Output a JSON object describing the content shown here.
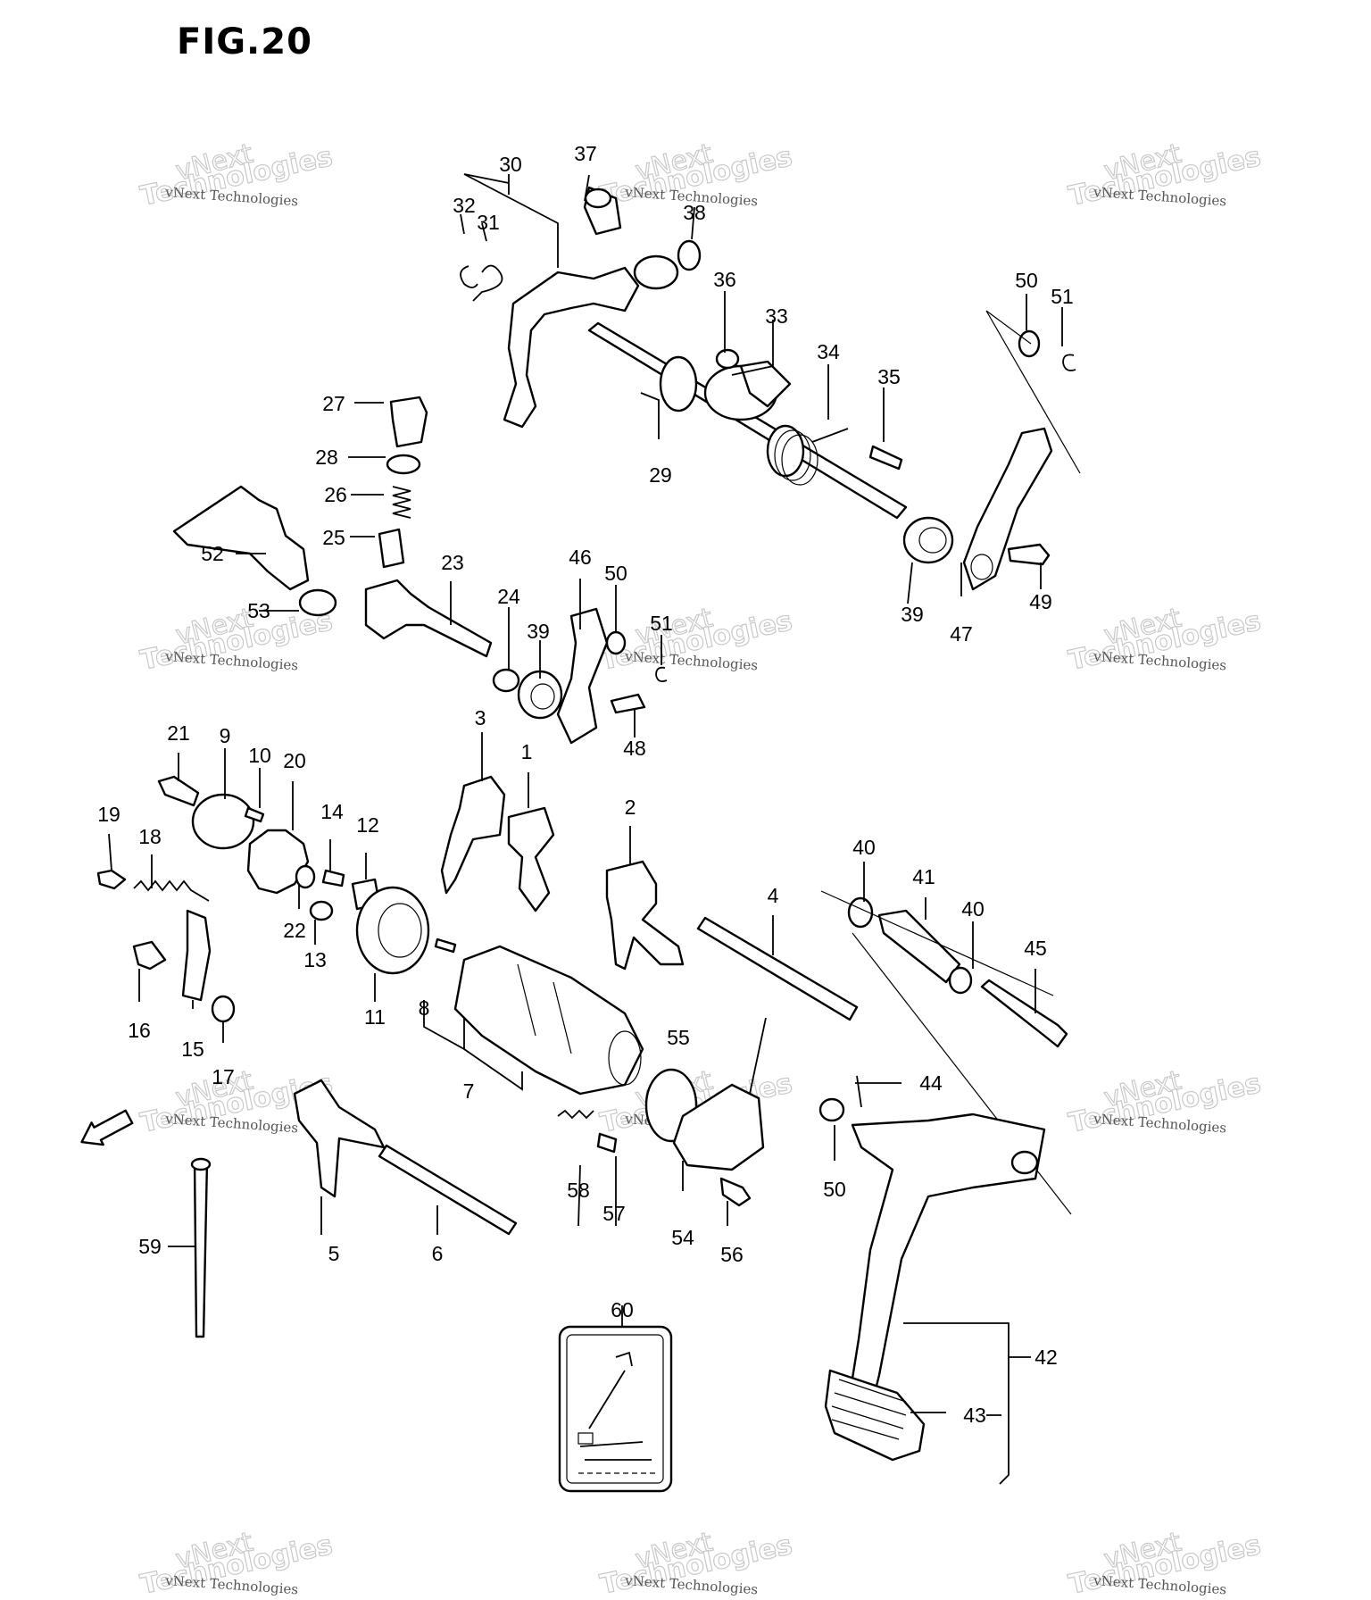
{
  "figure": {
    "title": "FIG.20"
  },
  "watermark": {
    "line1": "vNext Technologies",
    "line2": "vNext",
    "line3": "Technologies"
  },
  "direction_badge": "FWD",
  "callouts": [
    "1",
    "2",
    "3",
    "4",
    "5",
    "6",
    "7",
    "8",
    "9",
    "10",
    "11",
    "12",
    "13",
    "14",
    "15",
    "16",
    "17",
    "18",
    "19",
    "20",
    "21",
    "22",
    "23",
    "24",
    "25",
    "26",
    "27",
    "28",
    "29",
    "30",
    "31",
    "32",
    "33",
    "34",
    "35",
    "36",
    "37",
    "38",
    "39",
    "39",
    "40",
    "40",
    "41",
    "42",
    "43",
    "44",
    "45",
    "46",
    "47",
    "48",
    "49",
    "50",
    "50",
    "50",
    "51",
    "51",
    "52",
    "53",
    "54",
    "55",
    "56",
    "57",
    "58",
    "59",
    "60"
  ]
}
